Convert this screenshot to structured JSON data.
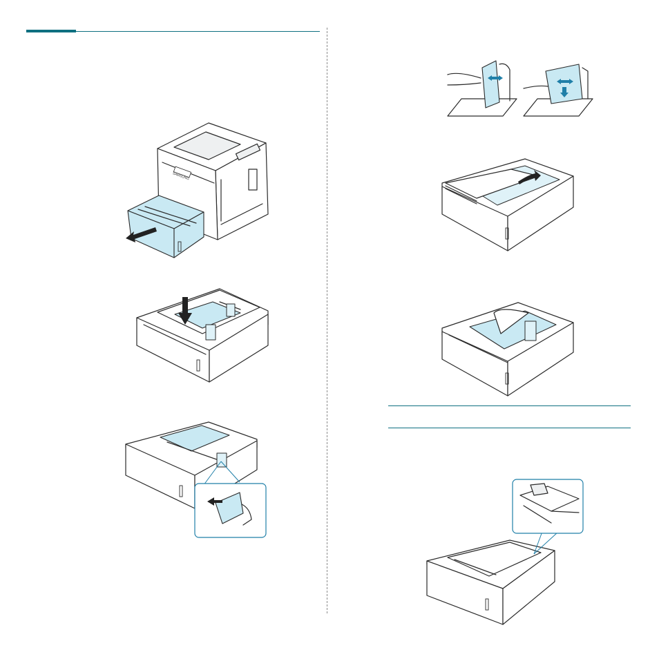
{
  "page": {
    "accent_color": "#0e6f80",
    "highlight_color": "#c9e9f3"
  },
  "figures": [
    {
      "icon": "printer-tray-pull-out-illustration"
    },
    {
      "icon": "tray-plate-push-down-illustration"
    },
    {
      "icon": "tray-length-guide-adjust-illustration"
    },
    {
      "icon": "paper-fan-flex-illustration"
    },
    {
      "icon": "paper-insert-tray-illustration"
    },
    {
      "icon": "paper-loaded-tray-illustration"
    },
    {
      "icon": "paper-height-limit-detail-illustration"
    }
  ],
  "printer": {
    "brand_label": "SAMSUNG"
  }
}
